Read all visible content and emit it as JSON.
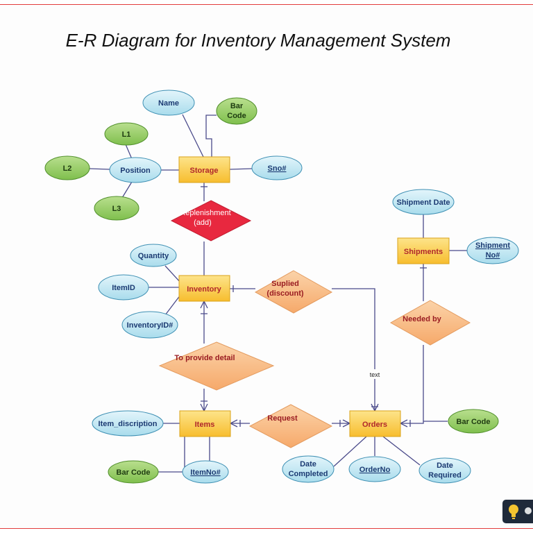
{
  "title": "E-R Diagram for Inventory Management System",
  "entities": {
    "storage": "Storage",
    "inventory": "Inventory",
    "items": "Items",
    "orders": "Orders",
    "shipments": "Shipments"
  },
  "relationships": {
    "replenishment_line1": "Replenishment",
    "replenishment_line2": "(add)",
    "suplied_line1": "Suplied",
    "suplied_line2": "(discount)",
    "provide_detail": "To provide detail",
    "request": "Request",
    "needed_by": "Needed by"
  },
  "attributes": {
    "name": "Name",
    "bar_code_line1": "Bar",
    "bar_code_line2": "Code",
    "l1": "L1",
    "l2": "L2",
    "l3": "L3",
    "position": "Position",
    "sno": "Sno#",
    "quantity": "Quantity",
    "itemid": "ItemID",
    "inventoryid": "InventoryID#",
    "shipment_date": "Shipment Date",
    "shipment_no_line1": "Shipment",
    "shipment_no_line2": "No#",
    "item_description": "Item_discription",
    "items_bar_code": "Bar Code",
    "itemno": "ItemNo#",
    "orders_bar_code": "Bar Code",
    "date_completed_line1": "Date",
    "date_completed_line2": "Completed",
    "orderno": "OrderNo",
    "date_required_line1": "Date",
    "date_required_line2": "Required"
  },
  "edge_label_text": "text",
  "icons": {
    "logo": "lightbulb-icon"
  },
  "colors": {
    "entity_fill": "#fcd04a",
    "entity_stroke": "#d9a21a",
    "attribute_blue": "#bfe6f2",
    "attribute_green": "#9ccf6a",
    "relationship_orange": "#f9c08f",
    "relationship_red": "#e8283f",
    "line": "#4a4a8a"
  }
}
